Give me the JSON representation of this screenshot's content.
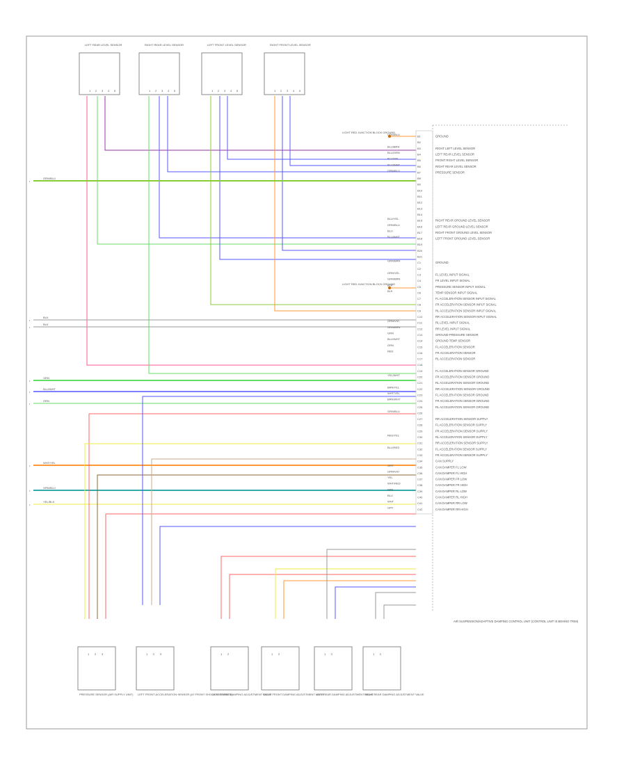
{
  "page_id": "",
  "colors": {
    "frame": "#9a9a9a",
    "box": "#888888",
    "text": "#555555",
    "red": "#ff6666",
    "pink": "#ff5599",
    "green": "#66dd66",
    "lime": "#88cc33",
    "blue": "#5555ff",
    "purple": "#9933aa",
    "yellow": "#eeee44",
    "orange": "#ff9933",
    "brown": "#886633",
    "teal": "#33aaaa",
    "grey": "#999999",
    "tan": "#ccaa88"
  },
  "sensors_top": [
    {
      "id": "s1",
      "name": "LEFT REAR LEVEL SENSOR",
      "pins": [
        "1",
        "2",
        "3",
        "4",
        "5"
      ]
    },
    {
      "id": "s2",
      "name": "RIGHT REAR LEVEL SENSOR",
      "pins": [
        "1",
        "2",
        "3",
        "4",
        "5"
      ]
    },
    {
      "id": "s3",
      "name": "LEFT FRONT LEVEL SENSOR",
      "pins": [
        "1",
        "2",
        "3",
        "4",
        "5"
      ]
    },
    {
      "id": "s4",
      "name": "RIGHT FRONT LEVEL SENSOR",
      "pins": [
        "1",
        "2",
        "3",
        "4",
        "5"
      ]
    }
  ],
  "ground_labels": [
    {
      "id": "g1",
      "text": "LIGHT RED JUNCTION BLOCK GROUND"
    },
    {
      "id": "g2",
      "text": "LIGHT RED JUNCTION BLOCK GROUND"
    }
  ],
  "module_name": "AIR SUSPENSION/ADAPTIVE DAMPING CONTROL UNIT (CONTROL UNIT IS BEHIND TRIM)",
  "module_pins": [
    {
      "pin": "B1",
      "wire": "GRN/BLU",
      "func": "GROUND"
    },
    {
      "pin": "B2",
      "wire": "",
      "func": ""
    },
    {
      "pin": "B3",
      "wire": "BLU/BRN",
      "func": "RIGHT LEFT LEVEL SENSOR"
    },
    {
      "pin": "B4",
      "wire": "BLU/GRN",
      "func": "LEFT REAR LEVEL SENSOR"
    },
    {
      "pin": "B5",
      "wire": "BLU/YEL",
      "func": "FRONT RIGHT LEVEL SENSOR"
    },
    {
      "pin": "B6",
      "wire": "BLU/WHT",
      "func": "RIGHT REAR LEVEL SENSOR"
    },
    {
      "pin": "B7",
      "wire": "GRN/BLU",
      "func": "PRESSURE SENSOR"
    },
    {
      "pin": "B8",
      "wire": "",
      "func": ""
    },
    {
      "pin": "B9",
      "wire": "",
      "func": ""
    },
    {
      "pin": "B10",
      "wire": "",
      "func": ""
    },
    {
      "pin": "B11",
      "wire": "",
      "func": ""
    },
    {
      "pin": "B12",
      "wire": "",
      "func": ""
    },
    {
      "pin": "B13",
      "wire": "",
      "func": ""
    },
    {
      "pin": "B14",
      "wire": "",
      "func": ""
    },
    {
      "pin": "B15",
      "wire": "BLU/YEL",
      "func": "RIGHT REAR GROUND LEVEL SENSOR"
    },
    {
      "pin": "B16",
      "wire": "GRN/BLU",
      "func": "LEFT REAR GROUND LEVEL SENSOR"
    },
    {
      "pin": "B17",
      "wire": "BLU",
      "func": "RIGHT FRONT GROUND LEVEL SENSOR"
    },
    {
      "pin": "B18",
      "wire": "BLU/WHT",
      "func": "LEFT FRONT GROUND LEVEL SENSOR"
    },
    {
      "pin": "B19",
      "wire": "",
      "func": ""
    },
    {
      "pin": "B20",
      "wire": "",
      "func": ""
    },
    {
      "pin": "B21",
      "wire": "",
      "func": ""
    },
    {
      "pin": "C1",
      "wire": "GRN/BRN",
      "func": "GROUND"
    },
    {
      "pin": "C2",
      "wire": "",
      "func": ""
    },
    {
      "pin": "C3",
      "wire": "GRN/YEL",
      "func": "FL LEVEL INPUT SIGNAL"
    },
    {
      "pin": "C4",
      "wire": "GRN/BRN",
      "func": "FR LEVEL INPUT SIGNAL"
    },
    {
      "pin": "C5",
      "wire": "BLK",
      "func": "PRESSURE SENSOR INPUT SIGNAL"
    },
    {
      "pin": "C6",
      "wire": "BLK",
      "func": "TEMP SENSOR INPUT SIGNAL"
    },
    {
      "pin": "C7",
      "wire": "",
      "func": "FL ACCELERATION SENSOR INPUT SIGNAL"
    },
    {
      "pin": "C8",
      "wire": "",
      "func": "FR ACCELERATION SENSOR INPUT SIGNAL"
    },
    {
      "pin": "C9",
      "wire": "",
      "func": "RL ACCELERATION SENSOR INPUT SIGNAL"
    },
    {
      "pin": "C10",
      "wire": "",
      "func": "RR ACCELERATION SENSOR INPUT SIGNAL"
    },
    {
      "pin": "C11",
      "wire": "GRN/VIO",
      "func": "RL LEVEL INPUT SIGNAL"
    },
    {
      "pin": "C12",
      "wire": "GRN/BRN",
      "func": "RR LEVEL INPUT SIGNAL"
    },
    {
      "pin": "C13",
      "wire": "GRN",
      "func": "GROUND PRESSURE SENSOR"
    },
    {
      "pin": "C14",
      "wire": "BLU/WHT",
      "func": "GROUND TEMP SENSOR"
    },
    {
      "pin": "C15",
      "wire": "GRN",
      "func": "FL ACCELERATION SENSOR"
    },
    {
      "pin": "C16",
      "wire": "RED",
      "func": "FR ACCELERATION SENSOR"
    },
    {
      "pin": "C17",
      "wire": "",
      "func": "RL ACCELERATION SENSOR"
    },
    {
      "pin": "C18",
      "wire": "",
      "func": ""
    },
    {
      "pin": "C19",
      "wire": "",
      "func": "FL ACCELERATION SENSOR GROUND"
    },
    {
      "pin": "C20",
      "wire": "YEL/WHT",
      "func": "FR ACCELERATION SENSOR GROUND"
    },
    {
      "pin": "C21",
      "wire": "",
      "func": "RL ACCELERATION SENSOR GROUND"
    },
    {
      "pin": "C22",
      "wire": "BRN/YEL",
      "func": "RR ACCELERATION SENSOR GROUND"
    },
    {
      "pin": "C23",
      "wire": "WHT/YEL",
      "func": "FL ACCELERATION SENSOR GROUND"
    },
    {
      "pin": "C24",
      "wire": "BRN/WHT",
      "func": "FR ACCELERATION SENSOR GROUND"
    },
    {
      "pin": "C25",
      "wire": "",
      "func": "RL ACCELERATION SENSOR GROUND"
    },
    {
      "pin": "C26",
      "wire": "GRN/BLU",
      "func": ""
    },
    {
      "pin": "C27",
      "wire": "",
      "func": "RR ACCELERATION SENSOR SUPPLY"
    },
    {
      "pin": "C28",
      "wire": "",
      "func": "FL ACCELERATION SENSOR SUPPLY"
    },
    {
      "pin": "C29",
      "wire": "",
      "func": "FR ACCELERATION SENSOR SUPPLY"
    },
    {
      "pin": "C30",
      "wire": "RED/YEL",
      "func": "RL ACCELERATION SENSOR SUPPLY"
    },
    {
      "pin": "C31",
      "wire": "",
      "func": "RR ACCELERATION SENSOR SUPPLY"
    },
    {
      "pin": "C32",
      "wire": "BLU/RED",
      "func": "FL ACCELERATION SENSOR SUPPLY"
    },
    {
      "pin": "C33",
      "wire": "",
      "func": "FR ACCELERATION SENSOR SUPPLY"
    },
    {
      "pin": "C34",
      "wire": "",
      "func": "CAN SUPPLY"
    },
    {
      "pin": "C35",
      "wire": "GRY",
      "func": "CAN DAMPER FL LOW"
    },
    {
      "pin": "C36",
      "wire": "GRN/VIO",
      "func": "CAN DAMPER FL HIGH"
    },
    {
      "pin": "C37",
      "wire": "YEL",
      "func": "CAN DAMPER FR LOW"
    },
    {
      "pin": "C38",
      "wire": "WHT/RED",
      "func": "CAN DAMPER FR HIGH"
    },
    {
      "pin": "C39",
      "wire": "BRN",
      "func": "CAN DAMPER RL LOW"
    },
    {
      "pin": "C40",
      "wire": "BLU",
      "func": "CAN DAMPER RL HIGH"
    },
    {
      "pin": "C41",
      "wire": "WHT",
      "func": "CAN DAMPER RR LOW"
    },
    {
      "pin": "C42",
      "wire": "GRY",
      "func": "CAN DAMPER RR HIGH"
    }
  ],
  "left_edge_labels": [
    {
      "id": "l1",
      "text": "GRN/BLU"
    },
    {
      "id": "l2",
      "text": "BLK"
    },
    {
      "id": "l3",
      "text": "BLK"
    },
    {
      "id": "l4",
      "text": "GRN"
    },
    {
      "id": "l5",
      "text": "BLU/WHT"
    },
    {
      "id": "l6",
      "text": "GRN"
    },
    {
      "id": "l7",
      "text": "WHT/YEL"
    },
    {
      "id": "l8",
      "text": "GRN/BLU"
    },
    {
      "id": "l9",
      "text": "YEL/BLK"
    }
  ],
  "components_bottom": [
    {
      "id": "b1",
      "name": "PRESSURE SENSOR (AIR SUPPLY UNIT)",
      "pins": [
        "1",
        "2",
        "3"
      ]
    },
    {
      "id": "b2",
      "name": "LEFT FRONT ACCELERATION SENSOR (AT FRONT SHOCK ABSORBER)",
      "pins": [
        "1",
        "2",
        "3"
      ]
    },
    {
      "id": "b3",
      "name": "LEFT FRONT DAMPING ADJUSTMENT VALVE",
      "pins": [
        "1",
        "2"
      ]
    },
    {
      "id": "b4",
      "name": "RIGHT FRONT DAMPING ADJUSTMENT VALVE",
      "pins": [
        "1",
        "2"
      ]
    },
    {
      "id": "b5",
      "name": "LEFT REAR DAMPING ADJUSTMENT VALVE",
      "pins": [
        "1",
        "2"
      ]
    },
    {
      "id": "b6",
      "name": "RIGHT REAR DAMPING ADJUSTMENT VALVE",
      "pins": [
        "1",
        "2"
      ]
    }
  ]
}
